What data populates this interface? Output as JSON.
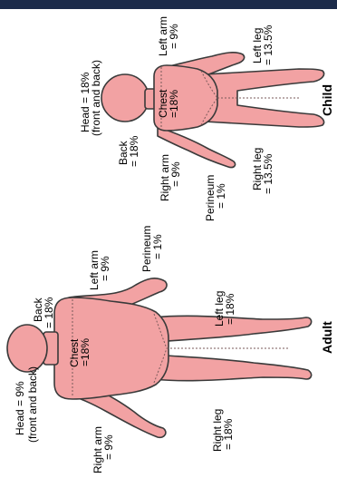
{
  "colors": {
    "top_bar": "#1c2b4a",
    "skin": "#f2a2a3",
    "outline": "#3a3a3a",
    "divider": "#7a5a5a"
  },
  "adult": {
    "title": "Adult",
    "head": "Head = 9%",
    "head_sub": "(front and back)",
    "right_arm": "Right arm",
    "right_arm_pct": "= 9%",
    "chest": "Chest",
    "chest_pct": "=18%",
    "back": "Back",
    "back_pct": "= 18%",
    "left_arm": "Left arm",
    "left_arm_pct": "= 9%",
    "perineum": "Perineum",
    "perineum_pct": "= 1%",
    "left_leg": "Left leg",
    "left_leg_pct": "= 18%",
    "right_leg": "Right leg",
    "right_leg_pct": "= 18%"
  },
  "child": {
    "title": "Child",
    "head": "Head = 18%",
    "head_sub": "(front and back)",
    "back": "Back",
    "back_pct": "= 18%",
    "chest": "Chest",
    "chest_pct": "=18%",
    "left_arm": "Left arm",
    "left_arm_pct": "= 9%",
    "left_leg": "Left leg",
    "left_leg_pct": "= 13.5%",
    "right_arm": "Right arm",
    "right_arm_pct": "= 9%",
    "perineum": "Perineum",
    "perineum_pct": "= 1%",
    "right_leg": "Right leg",
    "right_leg_pct": "= 13.5%"
  }
}
